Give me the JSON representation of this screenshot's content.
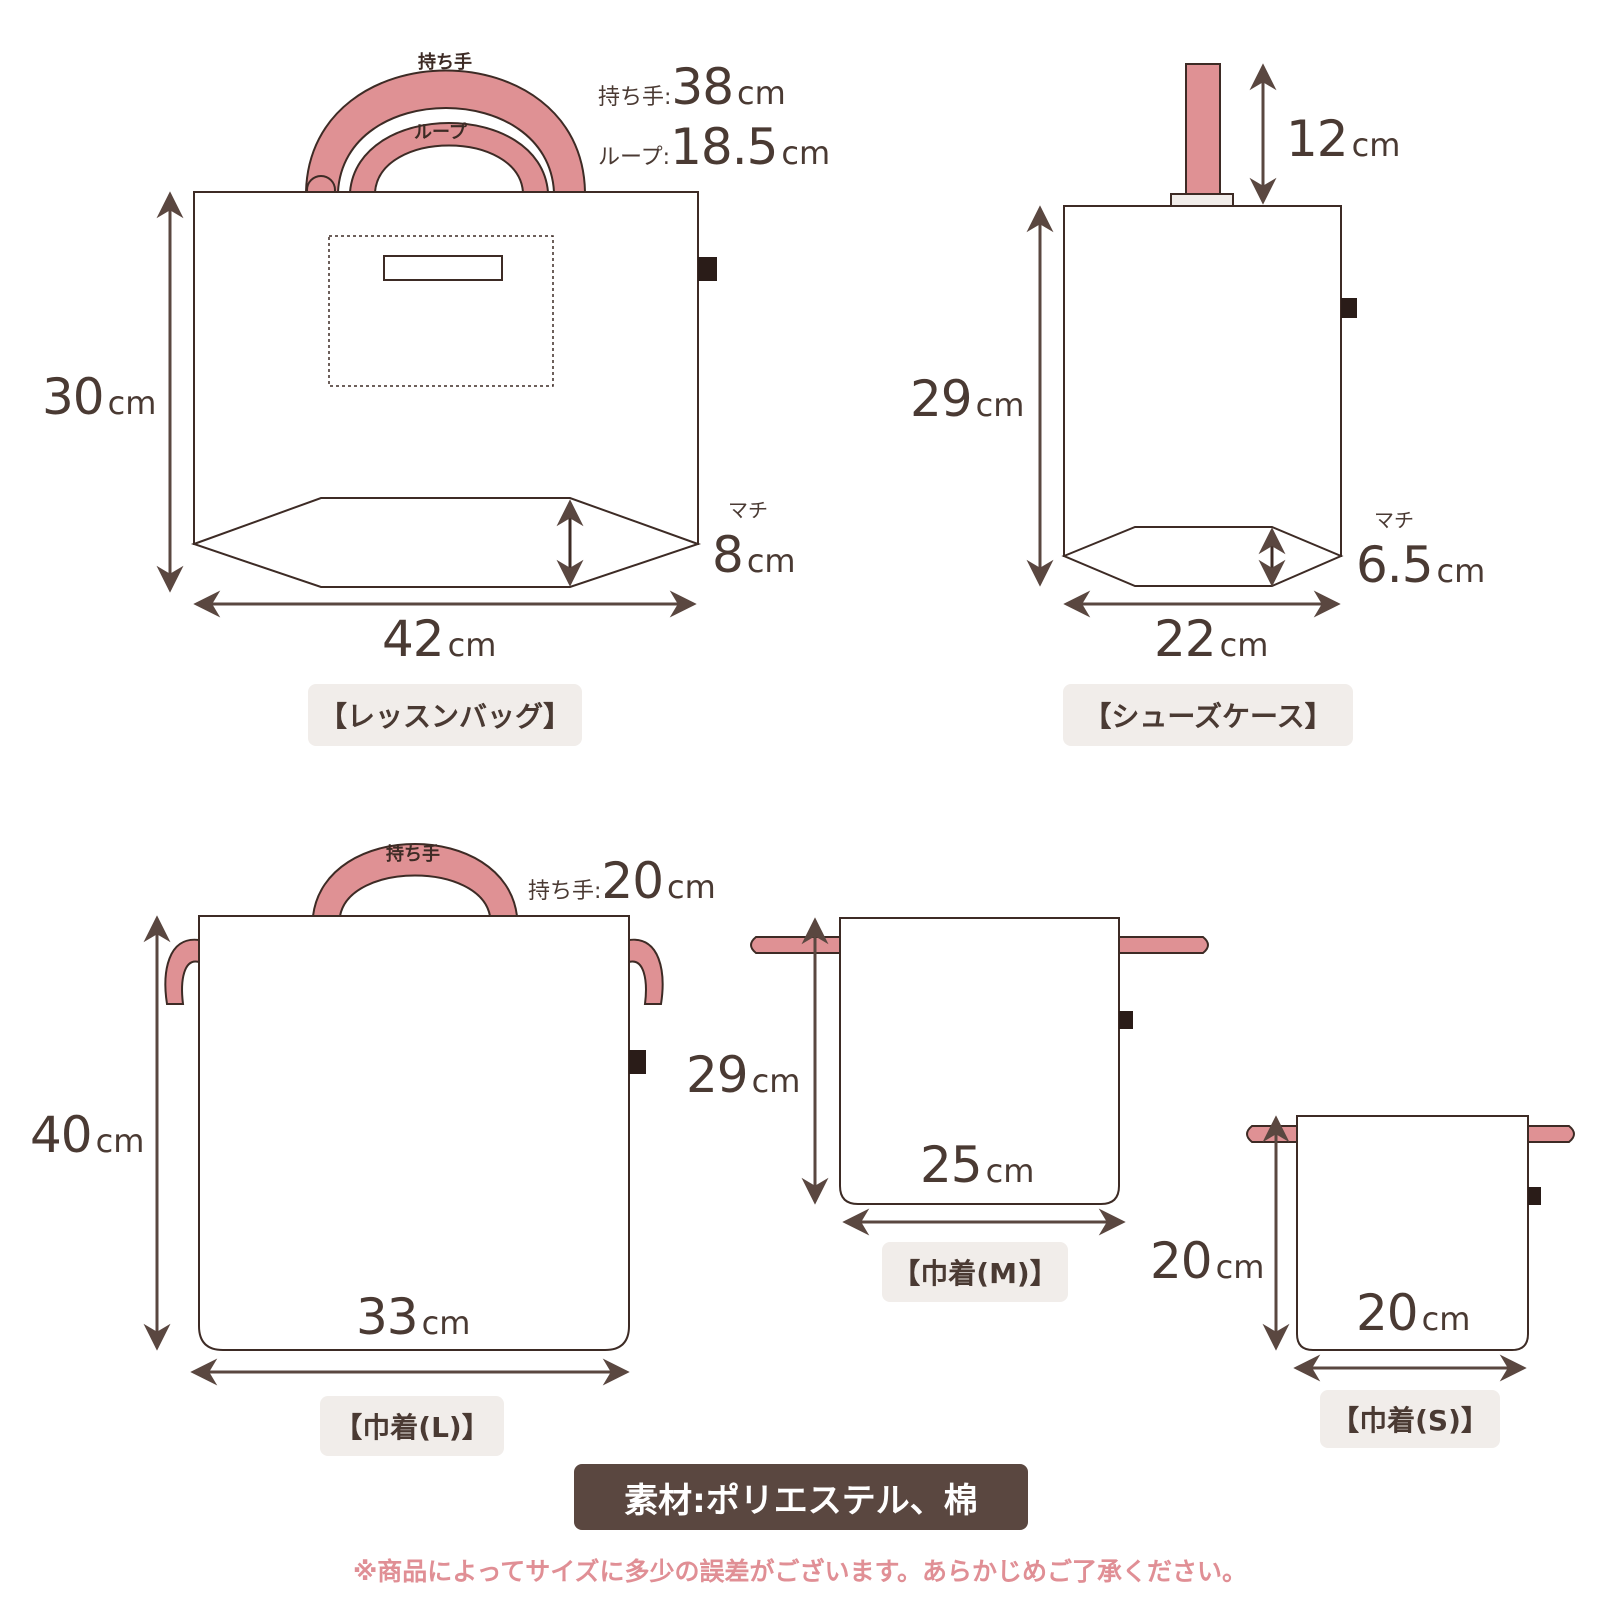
{
  "colors": {
    "outline": "#3d2b25",
    "dim_line": "#5a4740",
    "handle": "#df9194",
    "caption_bg": "#f1edea",
    "note": "#e08f95"
  },
  "lesson_bag": {
    "caption": "【レッスンバッグ】",
    "handle_label": "持ち手",
    "loop_label": "ループ",
    "handle_spec_label": "持ち手:",
    "handle_value": "38",
    "loop_spec_label": "ループ:",
    "loop_value": "18.5",
    "height": "30",
    "width": "42",
    "gusset_label": "マチ",
    "gusset": "8"
  },
  "shoe_case": {
    "caption": "【シューズケース】",
    "handle_value": "12",
    "height": "29",
    "width": "22",
    "gusset_label": "マチ",
    "gusset": "6.5"
  },
  "kinchaku_l": {
    "caption": "【巾着(L)】",
    "handle_label": "持ち手",
    "handle_spec_label": "持ち手:",
    "handle_value": "20",
    "height": "40",
    "width": "33"
  },
  "kinchaku_m": {
    "caption": "【巾着(M)】",
    "height": "29",
    "width": "25"
  },
  "kinchaku_s": {
    "caption": "【巾着(S)】",
    "height": "20",
    "width": "20"
  },
  "unit": "cm",
  "material": "素材:ポリエステル、棉",
  "note": "※商品によってサイズに多少の誤差がございます。あらかじめご了承ください。"
}
